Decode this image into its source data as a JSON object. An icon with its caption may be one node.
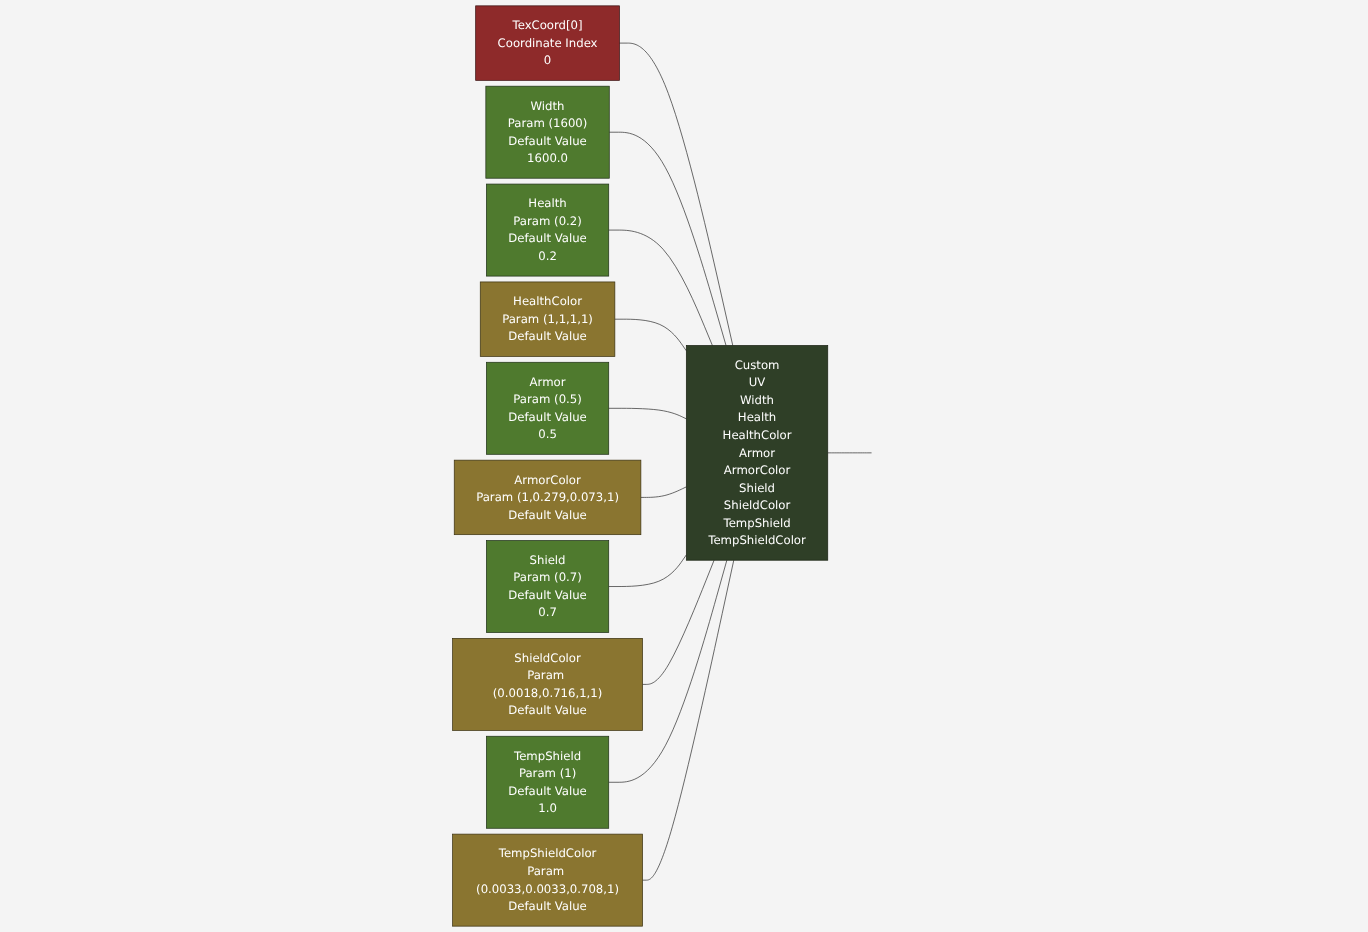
{
  "diagram": {
    "nodes": [
      {
        "text": [
          "TexCoord[0]",
          "Coordinate Index",
          "0"
        ]
      },
      {
        "text": [
          "Custom",
          "UV",
          "Width",
          "Health",
          "HealthColor",
          "Armor",
          "ArmorColor",
          "Shield",
          "ShieldColor",
          "TempShield",
          "TempShieldColor"
        ]
      },
      {
        "text": [
          "Width",
          "Param (1600)",
          "Default Value",
          "1600.0"
        ]
      },
      {
        "text": [
          "Health",
          "Param (0.2)",
          "Default Value",
          "0.2"
        ]
      },
      {
        "text": [
          "HealthColor",
          "Param (1,1,1,1)",
          "Default Value"
        ]
      },
      {
        "text": [
          "Armor",
          "Param (0.5)",
          "Default Value",
          "0.5"
        ]
      },
      {
        "text": [
          "ArmorColor",
          "Param (1,0.279,0.073,1)",
          "Default Value"
        ]
      },
      {
        "text": [
          "Shield",
          "Param (0.7)",
          "Default Value",
          "0.7"
        ]
      },
      {
        "text": [
          "ShieldColor",
          "Param (0.0018,0.716,1,1)",
          "Default Value"
        ]
      },
      {
        "text": [
          "TempShield",
          "Param (1)",
          "Default Value",
          "1.0"
        ]
      },
      {
        "text": [
          "TempShieldColor",
          "Param (0.0033,0.0033,0.708,1)",
          "Default Value"
        ]
      }
    ],
    "edges": [
      {
        "from": 0,
        "to": 1,
        "arrow": "none"
      },
      {
        "from": 2,
        "to": 1,
        "arrow": "none"
      },
      {
        "from": 3,
        "to": 1,
        "arrow": "none"
      },
      {
        "from": 4,
        "to": 1,
        "arrow": "none"
      },
      {
        "from": 5,
        "to": 1,
        "arrow": "none"
      },
      {
        "from": 6,
        "to": 1,
        "arrow": "none"
      },
      {
        "from": 7,
        "to": 1,
        "arrow": "none"
      },
      {
        "from": 8,
        "to": 1,
        "arrow": "none"
      },
      {
        "from": 9,
        "to": 1,
        "arrow": "none"
      },
      {
        "from": 10,
        "to": 1,
        "arrow": "none"
      },
      {
        "from": 1,
        "to": null,
        "arrow": "none"
      }
    ]
  }
}
